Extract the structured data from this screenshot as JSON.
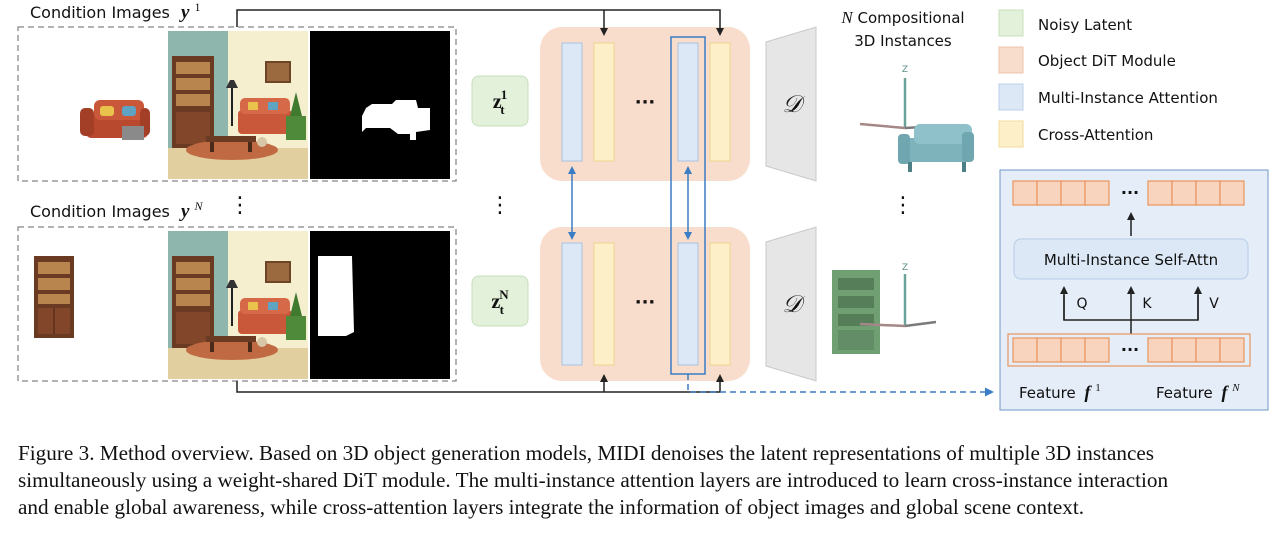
{
  "top_branch": {
    "label_text": "Condition Images",
    "label_sym": "y",
    "label_sup": "1",
    "latent_base": "z",
    "latent_sub": "t",
    "latent_sup": "1"
  },
  "bottom_branch": {
    "label_text": "Condition Images",
    "label_sym": "y",
    "label_sup": "N",
    "latent_base": "z",
    "latent_sub": "t",
    "latent_sup": "N"
  },
  "vertical_ellipsis": "⋮",
  "horizontal_ellipsis": "···",
  "decoder_symbol": "𝒟",
  "output_title": {
    "prefix": "N",
    "line1_rest": " Compositional",
    "line2": "3D Instances"
  },
  "axis_label": "Z",
  "legend": [
    {
      "label": "Noisy Latent",
      "color": "#e3f1da",
      "border": "#b5d3a5"
    },
    {
      "label": "Object DiT Module",
      "color": "#f8dccc",
      "border": "#e9b9a0"
    },
    {
      "label": "Multi-Instance Attention",
      "color": "#dce8f6",
      "border": "#a9c2e3"
    },
    {
      "label": "Cross-Attention",
      "color": "#fdf0c9",
      "border": "#ecd48d"
    }
  ],
  "attention_panel": {
    "block_label": "Multi-Instance Self-Attn",
    "q_label": "Q",
    "k_label": "K",
    "v_label": "V",
    "ellipsis": "···",
    "feature_text": "Feature",
    "feature_left_sup": "1",
    "feature_right_sup": "N",
    "feature_sym": "f"
  },
  "colors": {
    "panel_bg": "#e4edf8",
    "panel_border": "#6f98c7",
    "token_fill": "#f8d4bf",
    "token_border": "#e9945d",
    "arrow_blue": "#3b7dc4",
    "dashed_box": "#9a9a9a",
    "decoder_fill": "#e6e6e6"
  },
  "caption": [
    "Figure 3.  Method overview.  Based on 3D object generation models, MIDI denoises the latent representations of multiple 3D instances",
    "simultaneously using a weight-shared DiT module.  The multi-instance attention layers are introduced to learn cross-instance interaction",
    "and enable global awareness, while cross-attention layers integrate the information of object images and global scene context."
  ]
}
